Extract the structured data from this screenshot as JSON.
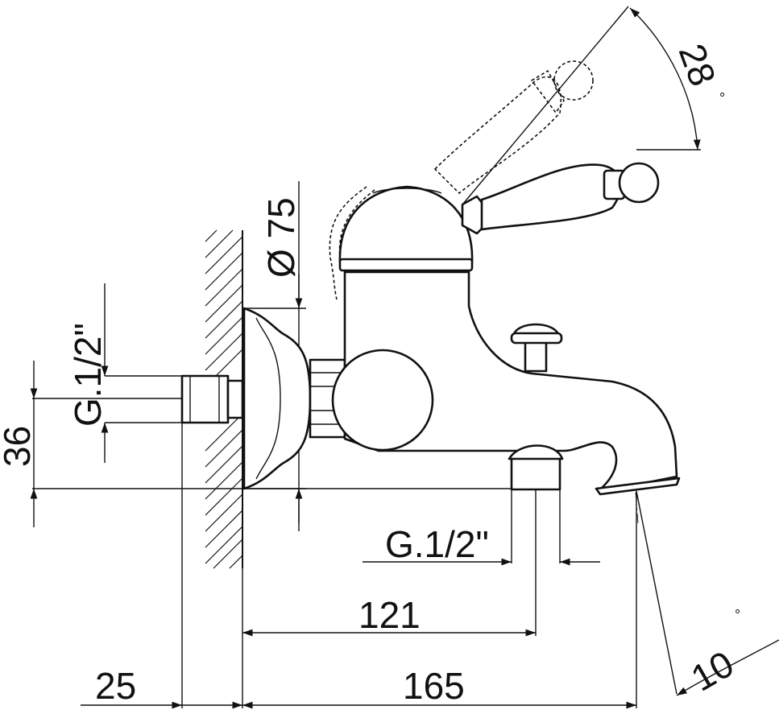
{
  "dimensions": {
    "handle_rotation": "28",
    "flange_diameter": "Ø 75",
    "inlet_thread": "G.1/2\"",
    "inlet_height": "36",
    "outlet_thread": "G.1/2\"",
    "outlet_distance": "121",
    "wall_offset": "25",
    "spout_reach": "165",
    "spout_angle": "10",
    "degree_symbol": "°"
  }
}
